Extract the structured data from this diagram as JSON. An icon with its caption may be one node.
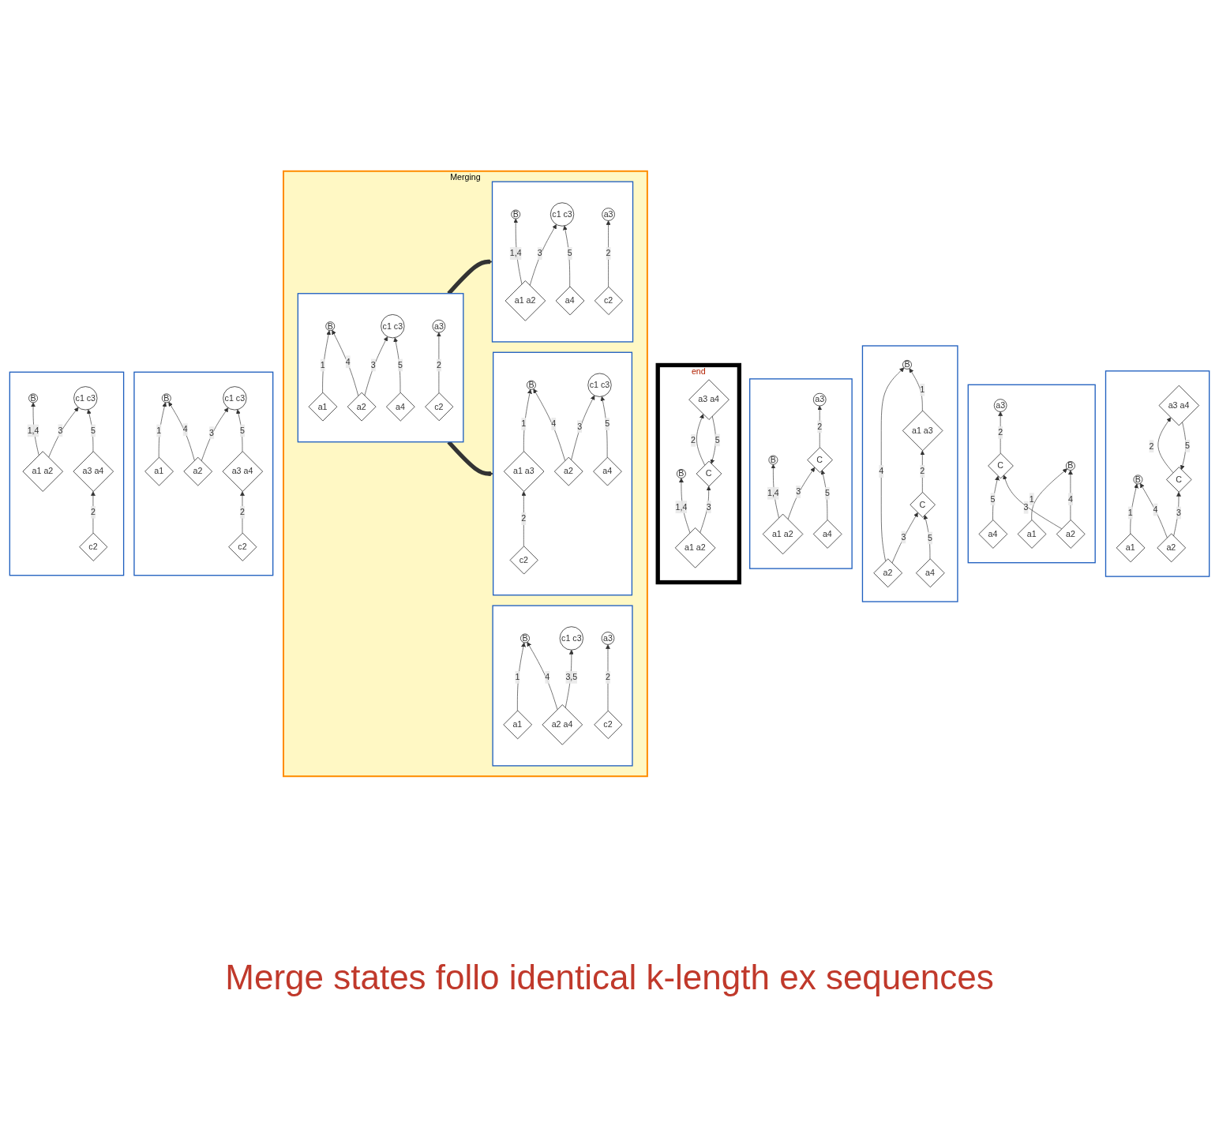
{
  "diagram": {
    "nodes": [
      {
        "text": [],
        "shape": "box"
      },
      {
        "text": [
          "B"
        ],
        "in": 0
      },
      {
        "text": [
          "C"
        ],
        "in": 0
      },
      {
        "text": [
          "a1"
        ],
        "in": 0
      },
      {
        "text": [
          "a2"
        ],
        "in": 0
      },
      {
        "text": [
          "a3 a4"
        ],
        "in": 0
      },
      {
        "text": [],
        "shape": "box"
      },
      {
        "text": [
          "C"
        ],
        "in": 6
      },
      {
        "text": [
          "a1"
        ],
        "in": 6
      },
      {
        "text": [
          "B"
        ],
        "in": 6
      },
      {
        "text": [
          "a3"
        ],
        "in": 6
      },
      {
        "text": [
          "a4"
        ],
        "in": 6
      },
      {
        "text": [
          "a2"
        ],
        "in": 6
      },
      {
        "text": [],
        "shape": "box"
      },
      {
        "text": [
          "B"
        ],
        "in": 13
      },
      {
        "text": [
          "a2"
        ],
        "in": 13
      },
      {
        "text": [
          "a4"
        ],
        "in": 13
      },
      {
        "text": [
          "a1 a3"
        ],
        "in": 13
      },
      {
        "text": [
          "C"
        ],
        "in": 13
      },
      {
        "text": [],
        "shape": "box"
      },
      {
        "text": [
          "B"
        ],
        "in": 19
      },
      {
        "text": [
          "C"
        ],
        "in": 19
      },
      {
        "text": [
          "a1 a2"
        ],
        "in": 19
      },
      {
        "text": [
          "a4"
        ],
        "in": 19
      },
      {
        "text": [
          "a3"
        ],
        "in": 19
      },
      {
        "text": [
          "end"
        ]
      },
      {
        "text": [
          "B"
        ],
        "in": 25
      },
      {
        "text": [
          "C"
        ],
        "in": 25
      },
      {
        "text": [
          "a1 a2"
        ],
        "in": 25
      },
      {
        "text": [
          "a3 a4"
        ],
        "in": 25
      },
      {
        "text": [
          "Merging"
        ]
      },
      {
        "text": [],
        "shape": "box",
        "in": 30
      },
      {
        "text": [
          "c2"
        ],
        "in": 31
      },
      {
        "text": [
          "B"
        ],
        "in": 31
      },
      {
        "text": [
          "c1 c3"
        ],
        "in": 31
      },
      {
        "text": [
          "a1 a3"
        ],
        "in": 31
      },
      {
        "text": [
          "a2"
        ],
        "in": 31
      },
      {
        "text": [
          "a4"
        ],
        "in": 31
      },
      {
        "text": [],
        "shape": "box",
        "in": 30
      },
      {
        "text": [
          "B"
        ],
        "in": 38
      },
      {
        "text": [
          "c1 c3"
        ],
        "in": 38
      },
      {
        "text": [
          "a3"
        ],
        "in": 38
      },
      {
        "text": [
          "a1"
        ],
        "in": 38
      },
      {
        "text": [
          "a2"
        ],
        "in": 38
      },
      {
        "text": [
          "a4"
        ],
        "in": 38
      },
      {
        "text": [
          "c2"
        ],
        "in": 38
      },
      {
        "text": [],
        "shape": "box",
        "in": 30
      },
      {
        "text": [
          "B"
        ],
        "in": 46
      },
      {
        "text": [
          "c1 c3"
        ],
        "in": 46
      },
      {
        "text": [
          "a3"
        ],
        "in": 46
      },
      {
        "text": [
          "a1"
        ],
        "in": 46
      },
      {
        "text": [
          "a2 a4"
        ],
        "in": 46
      },
      {
        "text": [
          "c2"
        ],
        "in": 46
      },
      {
        "text": [],
        "shape": "box",
        "in": 30
      },
      {
        "text": [
          "B"
        ],
        "in": 53
      },
      {
        "text": [
          "c1 c3"
        ],
        "in": 53
      },
      {
        "text": [
          "a3"
        ],
        "in": 53
      },
      {
        "text": [
          "a1 a2"
        ],
        "in": 53
      },
      {
        "text": [
          "a4"
        ],
        "in": 53
      },
      {
        "text": [
          "c2"
        ],
        "in": 53
      },
      {
        "text": [],
        "shape": "box"
      },
      {
        "text": [
          "B"
        ],
        "in": 60
      },
      {
        "text": [
          "c1 c3"
        ],
        "in": 60
      },
      {
        "text": [
          "c2"
        ],
        "in": 60
      },
      {
        "text": [
          "a1"
        ],
        "in": 60
      },
      {
        "text": [
          "a2"
        ],
        "in": 60
      },
      {
        "text": [
          "a3 a4"
        ],
        "in": 60
      },
      {
        "text": [],
        "shape": "box"
      },
      {
        "text": [
          "B"
        ],
        "in": 67
      },
      {
        "text": [
          "c1 c3"
        ],
        "in": 67
      },
      {
        "text": [
          "c2"
        ],
        "in": 67
      },
      {
        "text": [
          "a1 a2"
        ],
        "in": 67
      },
      {
        "text": [
          "a3 a4"
        ],
        "in": 67
      }
    ],
    "edges": [
      {
        "from": 3,
        "to": 1,
        "arrow": "to",
        "label": "1"
      },
      {
        "from": 4,
        "to": 1,
        "arrow": "to",
        "label": "4"
      },
      {
        "from": 4,
        "to": 2,
        "arrow": "to",
        "label": "3"
      },
      {
        "from": 5,
        "to": 2,
        "arrow": "to",
        "label": "5"
      },
      {
        "from": 2,
        "to": 5,
        "arrow": "to",
        "label": "2"
      },
      {
        "from": 8,
        "to": 9,
        "arrow": "to",
        "label": "1"
      },
      {
        "from": 7,
        "to": 10,
        "arrow": "to",
        "label": "2"
      },
      {
        "from": 11,
        "to": 7,
        "arrow": "to",
        "label": "5"
      },
      {
        "from": 12,
        "to": 7,
        "arrow": "to",
        "label": "3"
      },
      {
        "from": 12,
        "to": 9,
        "arrow": "to",
        "label": "4"
      },
      {
        "from": 15,
        "to": 14,
        "arrow": "to",
        "label": "4"
      },
      {
        "from": 15,
        "to": 18,
        "arrow": "to",
        "label": "3"
      },
      {
        "from": 16,
        "to": 18,
        "arrow": "to",
        "label": "5"
      },
      {
        "from": 17,
        "to": 14,
        "arrow": "to",
        "label": "1"
      },
      {
        "from": 18,
        "to": 17,
        "arrow": "to",
        "label": "2"
      },
      {
        "from": 22,
        "to": 20,
        "arrow": "to",
        "label": "1,4"
      },
      {
        "from": 22,
        "to": 21,
        "arrow": "to",
        "label": "3"
      },
      {
        "from": 23,
        "to": 21,
        "arrow": "to",
        "label": "5"
      },
      {
        "from": 21,
        "to": 24,
        "arrow": "to",
        "label": "2"
      },
      {
        "from": 28,
        "to": 26,
        "arrow": "to",
        "label": "1,4"
      },
      {
        "from": 28,
        "to": 27,
        "arrow": "to",
        "label": "3"
      },
      {
        "from": 29,
        "to": 27,
        "arrow": "to",
        "label": "5"
      },
      {
        "from": 27,
        "to": 29,
        "arrow": "to",
        "label": "2"
      },
      {
        "from": 32,
        "to": 35,
        "arrow": "to",
        "label": "2"
      },
      {
        "from": 35,
        "to": 33,
        "arrow": "to",
        "label": "1"
      },
      {
        "from": 36,
        "to": 33,
        "arrow": "to",
        "label": "4"
      },
      {
        "from": 36,
        "to": 34,
        "arrow": "to",
        "label": "3"
      },
      {
        "from": 37,
        "to": 34,
        "arrow": "to",
        "label": "5"
      },
      {
        "from": 42,
        "to": 39,
        "arrow": "to",
        "label": "1"
      },
      {
        "from": 43,
        "to": 39,
        "arrow": "to",
        "label": "4"
      },
      {
        "from": 43,
        "to": 40,
        "arrow": "to",
        "label": "3"
      },
      {
        "from": 44,
        "to": 40,
        "arrow": "to",
        "label": "5"
      },
      {
        "from": 45,
        "to": 41,
        "arrow": "to",
        "label": "2"
      },
      {
        "from": 50,
        "to": 47,
        "arrow": "to",
        "label": "1"
      },
      {
        "from": 51,
        "to": 47,
        "arrow": "to",
        "label": "4"
      },
      {
        "from": 51,
        "to": 48,
        "arrow": "to",
        "label": "3,5"
      },
      {
        "from": 52,
        "to": 49,
        "arrow": "to",
        "label": "2"
      },
      {
        "from": 57,
        "to": 54,
        "arrow": "to",
        "label": "1,4"
      },
      {
        "from": 57,
        "to": 55,
        "arrow": "to",
        "label": "3"
      },
      {
        "from": 58,
        "to": 55,
        "arrow": "to",
        "label": "5"
      },
      {
        "from": 59,
        "to": 56,
        "arrow": "to",
        "label": "2"
      },
      {
        "from": 38,
        "to": 31,
        "arrow": "to",
        "style": "thick"
      },
      {
        "from": 38,
        "to": 53,
        "arrow": "to",
        "style": "thick"
      },
      {
        "from": 64,
        "to": 61,
        "arrow": "to",
        "label": "1"
      },
      {
        "from": 65,
        "to": 61,
        "arrow": "to",
        "label": "4"
      },
      {
        "from": 65,
        "to": 62,
        "arrow": "to",
        "label": "3"
      },
      {
        "from": 66,
        "to": 62,
        "arrow": "to",
        "label": "5"
      },
      {
        "from": 63,
        "to": 66,
        "arrow": "to",
        "label": "2"
      },
      {
        "from": 71,
        "to": 68,
        "arrow": "to",
        "label": "1,4"
      },
      {
        "from": 71,
        "to": 69,
        "arrow": "to",
        "label": "3"
      },
      {
        "from": 72,
        "to": 69,
        "arrow": "to",
        "label": "5"
      },
      {
        "from": 70,
        "to": 72,
        "arrow": "to",
        "label": "2"
      }
    ],
    "labels": [
      "Merge states follo identical k-length ex sequences"
    ]
  }
}
